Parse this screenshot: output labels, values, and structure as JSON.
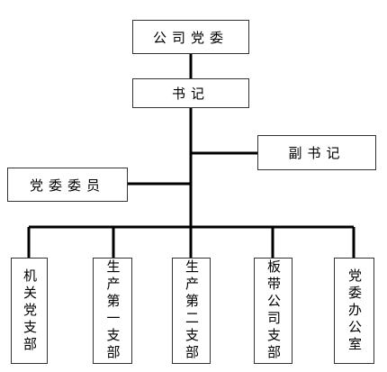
{
  "org_chart": {
    "party_committee": "公司党委",
    "secretary": "书记",
    "deputy_secretary": "副书记",
    "committee_member": "党委委员",
    "branches": [
      "机关党支部",
      "生产第一支部",
      "生产第二支部",
      "板带公司支部",
      "党委办公室"
    ]
  }
}
